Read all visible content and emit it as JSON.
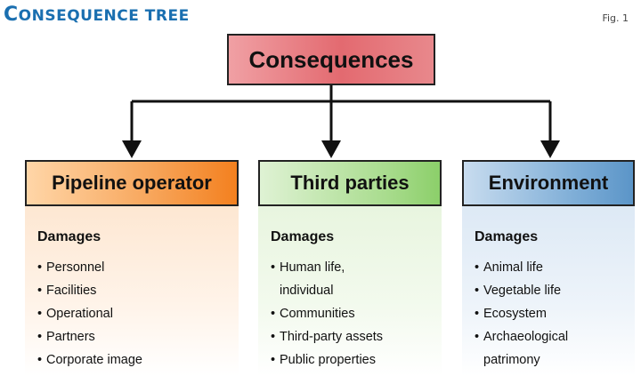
{
  "header": {
    "title_initial": "C",
    "title_rest": "ONSEQUENCE TREE",
    "fig_label": "Fig. 1"
  },
  "root": {
    "label": "Consequences",
    "color": "#e36a70"
  },
  "categories": [
    {
      "label": "Pipeline operator",
      "color": "#f3801f",
      "heading": "Damages",
      "items": [
        {
          "line1": "Personnel",
          "line2": ""
        },
        {
          "line1": "Facilities",
          "line2": ""
        },
        {
          "line1": "Operational",
          "line2": ""
        },
        {
          "line1": "Partners",
          "line2": ""
        },
        {
          "line1": "Corporate image",
          "line2": ""
        }
      ]
    },
    {
      "label": "Third parties",
      "color": "#8ccf6a",
      "heading": "Damages",
      "items": [
        {
          "line1": "Human life,",
          "line2": "individual"
        },
        {
          "line1": "Communities",
          "line2": ""
        },
        {
          "line1": "Third-party assets",
          "line2": ""
        },
        {
          "line1": "Public properties",
          "line2": ""
        }
      ]
    },
    {
      "label": "Environment",
      "color": "#5b95c8",
      "heading": "Damages",
      "items": [
        {
          "line1": "Animal life",
          "line2": ""
        },
        {
          "line1": "Vegetable life",
          "line2": ""
        },
        {
          "line1": "Ecosystem",
          "line2": ""
        },
        {
          "line1": "Archaeological",
          "line2": "patrimony"
        }
      ]
    }
  ]
}
